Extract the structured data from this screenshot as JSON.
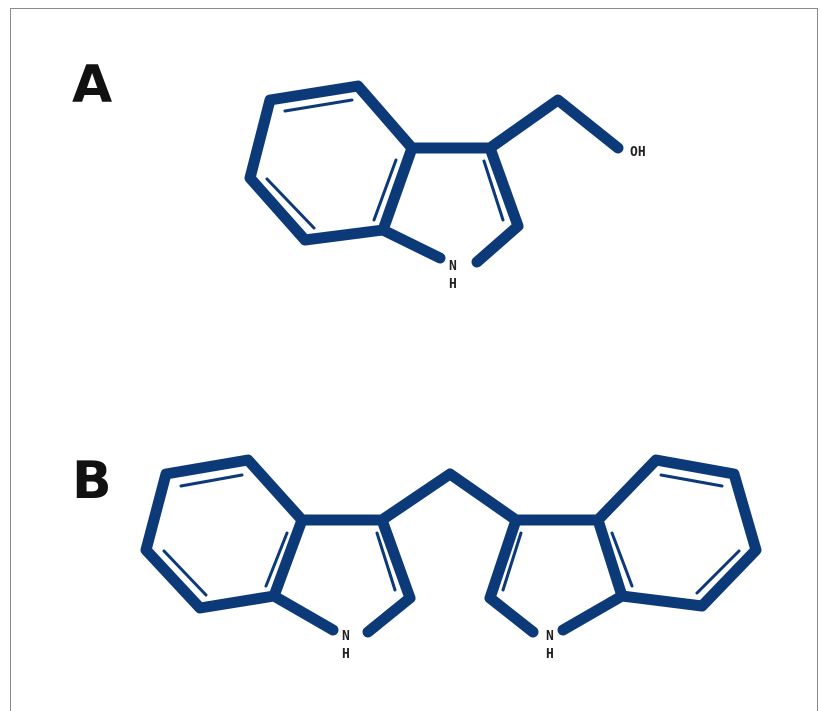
{
  "colors": {
    "bond": "#0c3a78",
    "text": "#111111"
  },
  "molecule_a": {
    "label": "A",
    "nh_n": "N",
    "nh_h": "H",
    "oh": "OH"
  },
  "molecule_b": {
    "label": "B",
    "left_nh_n": "N",
    "left_nh_h": "H",
    "right_nh_n": "N",
    "right_nh_h": "H"
  }
}
